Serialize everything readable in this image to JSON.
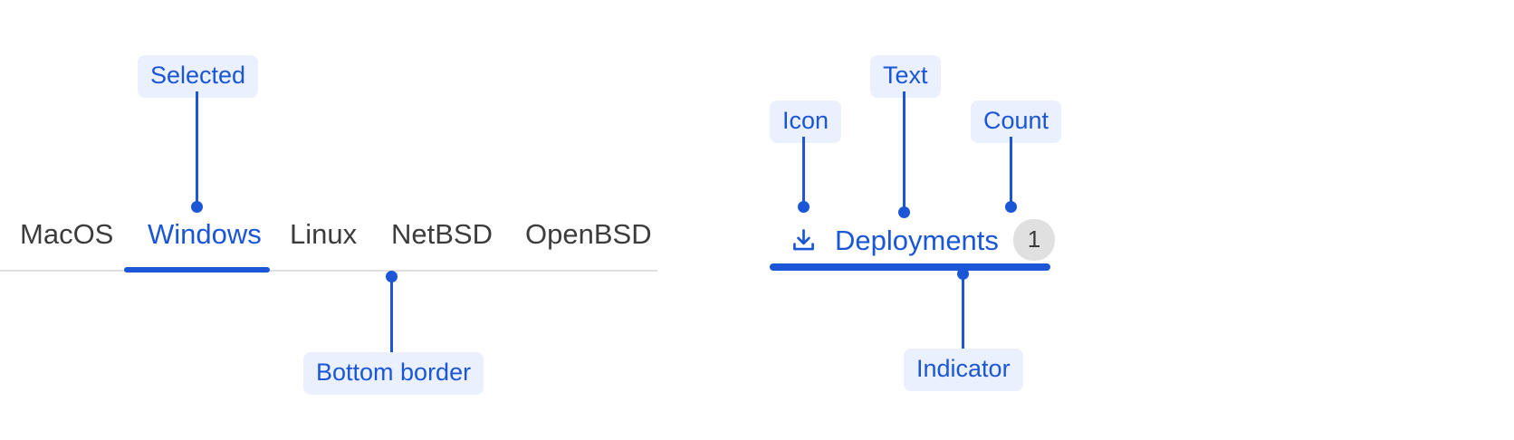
{
  "colors": {
    "accent": "#1a56d6",
    "annotation_bg": "#eaf0fe",
    "tab_text": "#3c3c3c",
    "border": "#e0e0e0",
    "count_badge_bg": "#e0e0e0",
    "page_bg": "#ffffff"
  },
  "tabstrip": {
    "tabs": [
      {
        "label": "MacOS",
        "selected": false
      },
      {
        "label": "Windows",
        "selected": true
      },
      {
        "label": "Linux",
        "selected": false
      },
      {
        "label": "NetBSD",
        "selected": false
      },
      {
        "label": "OpenBSD",
        "selected": false
      }
    ]
  },
  "rich_tab": {
    "icon": "download-icon",
    "label": "Deployments",
    "count": "1",
    "selected": true
  },
  "annotations": [
    {
      "id": "selected",
      "label": "Selected"
    },
    {
      "id": "bottom-border",
      "label": "Bottom border"
    },
    {
      "id": "icon",
      "label": "Icon"
    },
    {
      "id": "text",
      "label": "Text"
    },
    {
      "id": "count",
      "label": "Count"
    },
    {
      "id": "indicator",
      "label": "Indicator"
    }
  ]
}
